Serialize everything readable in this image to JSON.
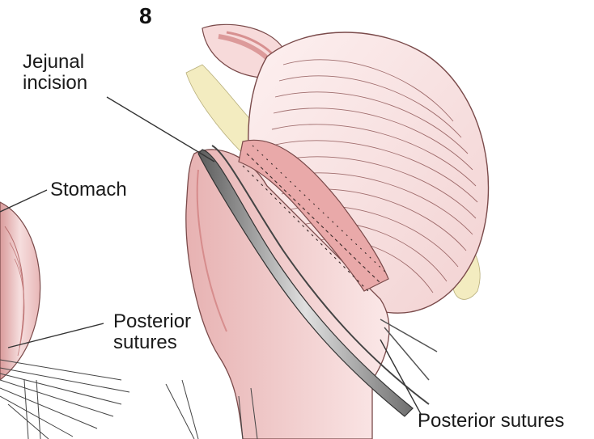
{
  "figure_number": "8",
  "labels": {
    "jejunal_incision": [
      "Jejunal",
      "incision"
    ],
    "stomach": "Stomach",
    "posterior_sutures_left": [
      "Posterior",
      "sutures"
    ],
    "posterior_sutures_bottom": "Posterior sutures"
  },
  "colors": {
    "tissue_pink": "#f2d2d2",
    "tissue_shadow": "#d69a9a",
    "muscle_red": "#c97070",
    "fat_yellow": "#f3ecc0",
    "clamp_grey": "#8c8c8c",
    "leader_line": "#333333"
  }
}
